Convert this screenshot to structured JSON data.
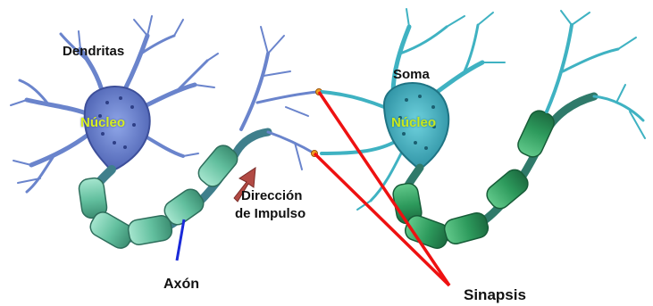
{
  "labels": {
    "dendritas": "Dendritas",
    "nucleo_left": "Núcleo",
    "soma": "Soma",
    "nucleo_right": "Núcleo",
    "direccion_line1": "Dirección",
    "direccion_line2": "de Impulso",
    "axon": "Axón",
    "sinapsis": "Sinapsis"
  },
  "colors": {
    "neuron_left": "#5d78c8",
    "neuron_right": "#38a6b8",
    "myelin": "#6cc6a8",
    "myelin_right": "#2e9a5e",
    "sinapsis_line": "#ee1111",
    "axon_pointer": "#1a2ad8",
    "impulse_arrow": "#b24a44",
    "synapse_dot": "#f2a020"
  }
}
